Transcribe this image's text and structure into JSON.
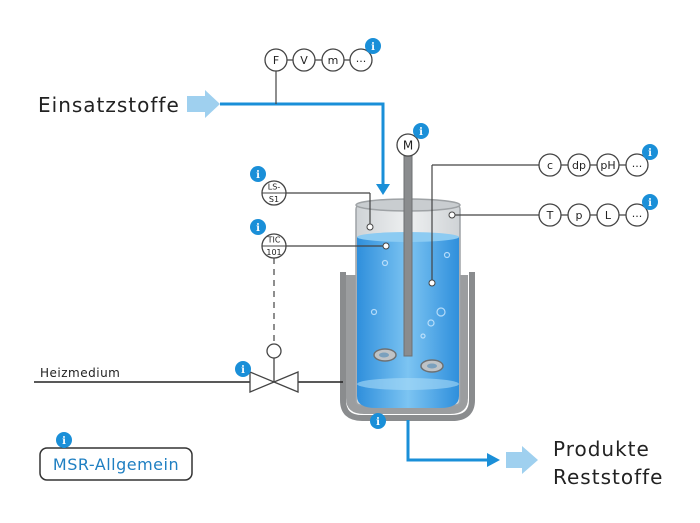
{
  "labels": {
    "einsatzstoffe": "Einsatzstoffe",
    "produkte": "Produkte",
    "reststoffe": "Reststoffe",
    "heizmedium": "Heizmedium",
    "msr_allgemein": "MSR-Allgemein"
  },
  "feed_instruments": [
    "F",
    "V",
    "m",
    "..."
  ],
  "concentration_instruments": [
    "c",
    "dp",
    "pH",
    "..."
  ],
  "state_instruments": [
    "T",
    "p",
    "L",
    "..."
  ],
  "motor": "M",
  "level_switch": {
    "top": "LS-",
    "bottom": "S1"
  },
  "temp_controller": {
    "top": "TIC",
    "bottom": "101"
  },
  "info_glyph": "i",
  "colors": {
    "accent": "#1a8fd8",
    "liquid": "#5fb3ea",
    "vessel_gray": "#8a8c8e",
    "arrow_light": "#9fd0ef"
  }
}
